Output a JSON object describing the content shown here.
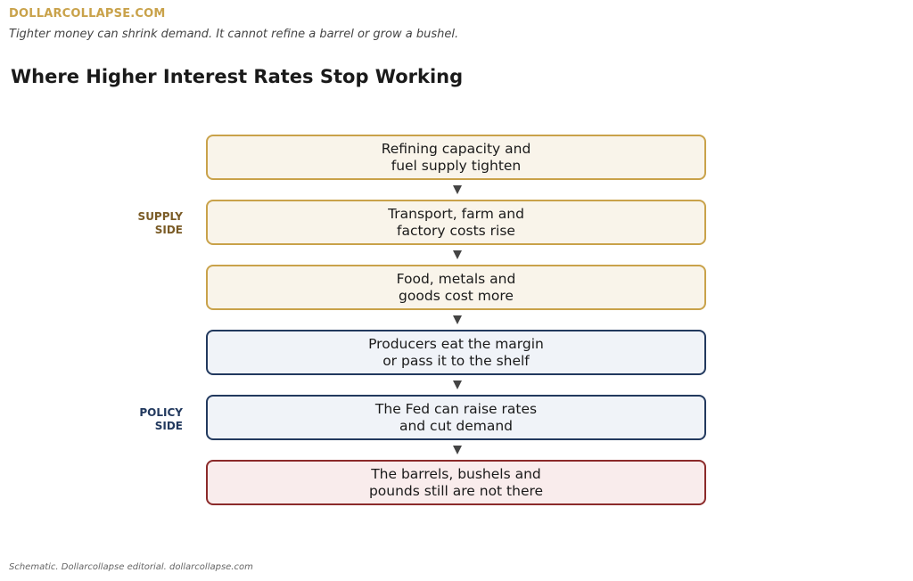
{
  "header": {
    "brand": "DOLLARCOLLAPSE.COM",
    "tagline": "Tighter money can shrink demand. It cannot refine a barrel or grow a bushel.",
    "title": "Where Higher Interest Rates Stop Working"
  },
  "labels": {
    "supply": [
      "SUPPLY",
      "SIDE"
    ],
    "policy": [
      "POLICY",
      "SIDE"
    ]
  },
  "steps": [
    {
      "line1": "Refining capacity and",
      "line2": "fuel supply tighten",
      "group": "supply"
    },
    {
      "line1": "Transport, farm and",
      "line2": "factory costs rise",
      "group": "supply"
    },
    {
      "line1": "Food, metals and",
      "line2": "goods cost more",
      "group": "supply"
    },
    {
      "line1": "Producers eat the margin",
      "line2": "or pass it to the shelf",
      "group": "policy"
    },
    {
      "line1": "The Fed can raise rates",
      "line2": "and cut demand",
      "group": "policy"
    },
    {
      "line1": "The barrels, bushels and",
      "line2": "pounds still are not there",
      "group": "outcome"
    }
  ],
  "colors": {
    "brand": "#c9a24a",
    "supply_border": "#c9a24a",
    "supply_fill": "#f9f4ea",
    "policy_border": "#22395e",
    "policy_fill": "#f0f3f8",
    "outcome_border": "#8b2a2a",
    "outcome_fill": "#f9ecec",
    "arrow": "#444444"
  },
  "footer": "Schematic. Dollarcollapse editorial. dollarcollapse.com"
}
